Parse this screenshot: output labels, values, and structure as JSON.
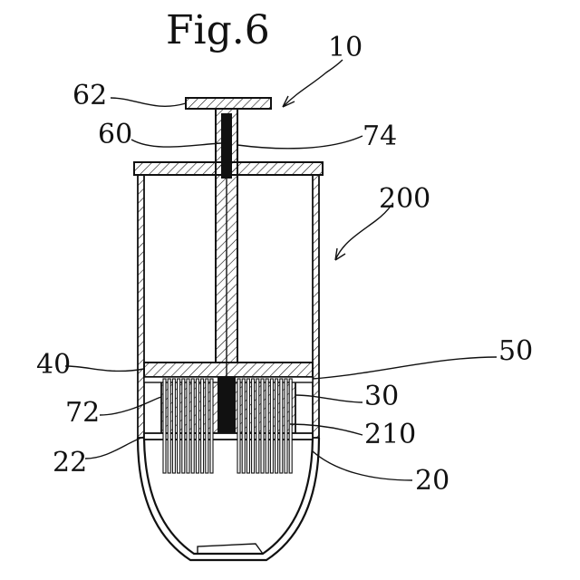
{
  "figure": {
    "title": "Fig.6",
    "labels": {
      "l10": "10",
      "l62": "62",
      "l60": "60",
      "l74": "74",
      "l200": "200",
      "l50": "50",
      "l40": "40",
      "l30": "30",
      "l72": "72",
      "l210": "210",
      "l22": "22",
      "l20": "20"
    }
  }
}
